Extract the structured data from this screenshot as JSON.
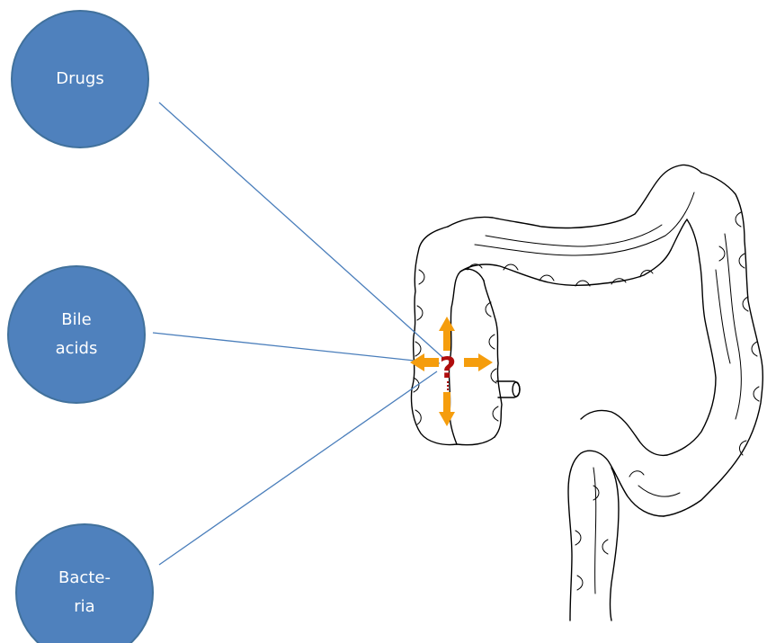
{
  "colors": {
    "circle_fill": "#4F81BD",
    "circle_border": "#41719C",
    "connector_line": "#4A7EBB",
    "arrow": "#F59D0D",
    "question_mark": "#B00D0D",
    "colon_outline": "#000000"
  },
  "factors": [
    {
      "id": "drugs",
      "label": "Drugs"
    },
    {
      "id": "bile-acids",
      "label": "Bile\nacids"
    },
    {
      "id": "bacteria",
      "label": "Bacte-\nria"
    }
  ],
  "icons": {
    "arrows": "orange-four-direction-arrows-icon",
    "question": "question-mark-icon",
    "colon": "colon-illustration"
  },
  "question_symbol": "?"
}
